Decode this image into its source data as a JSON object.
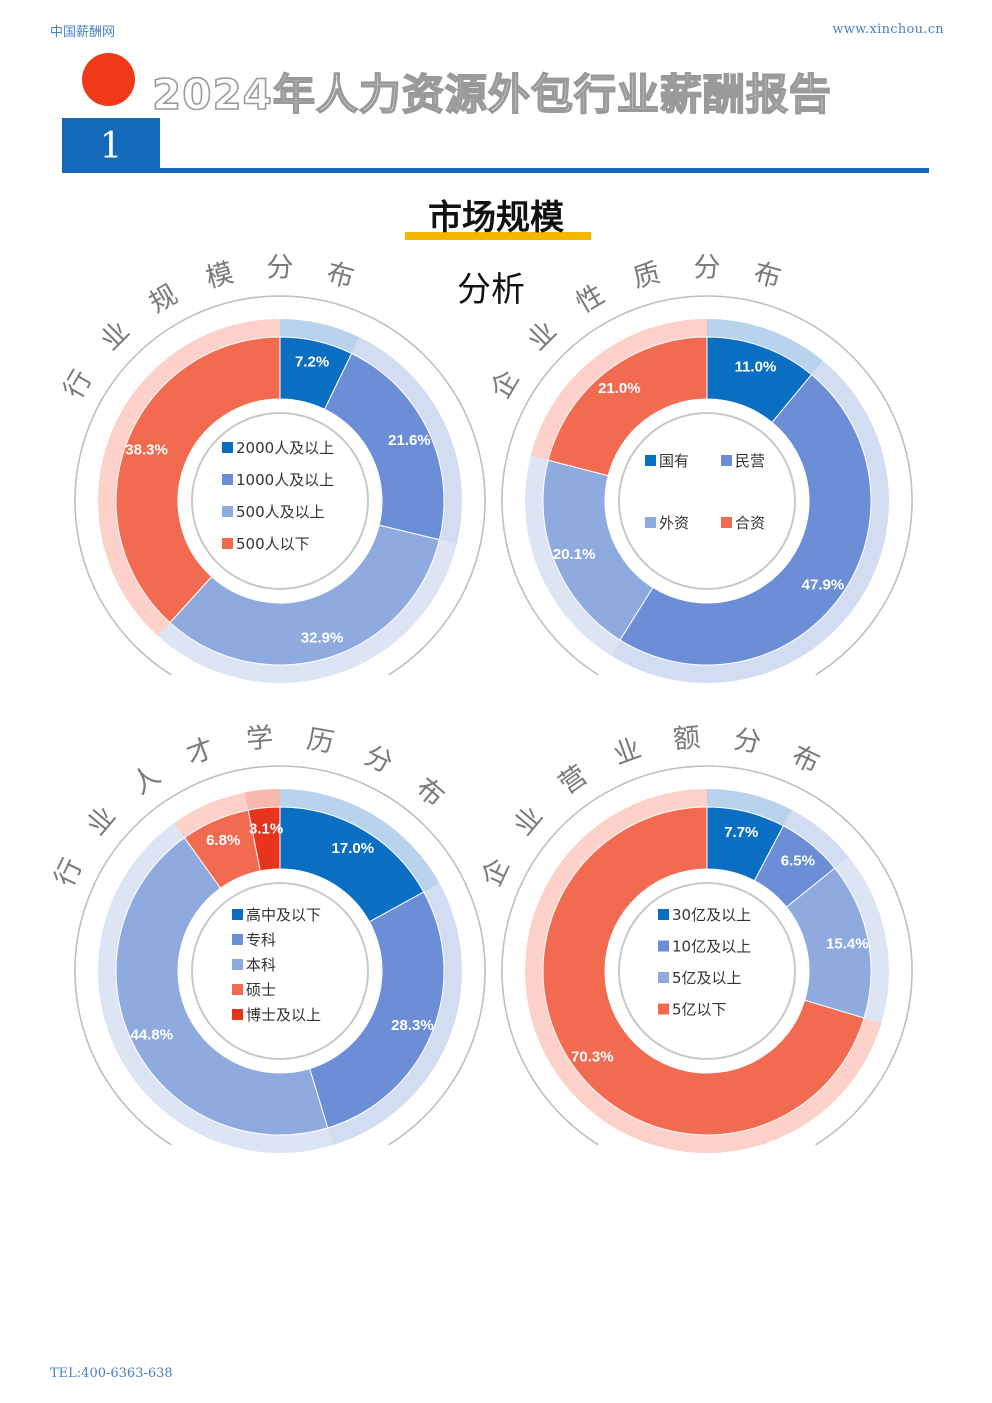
{
  "header": {
    "left_text": "中国薪酬网",
    "right_text": "www.xinchou.cn"
  },
  "title": "2024年人力资源外包行业薪酬报告",
  "section": {
    "number": "1",
    "title": "市场规模",
    "subtitle": "分析"
  },
  "footer": {
    "tel": "TEL:400-6363-638"
  },
  "colors": {
    "dark_blue": "#0a6fc2",
    "mid_blue": "#6b8ed6",
    "light_blue": "#8eaadf",
    "orange": "#f26a4f",
    "red": "#e8341f"
  },
  "charts": [
    {
      "title": "行业规模分布",
      "slices": [
        {
          "label": "2000人及以上",
          "value": 7.2,
          "value_label": "7.2%",
          "color": "#0a6fc2"
        },
        {
          "label": "1000人及以上",
          "value": 21.6,
          "value_label": "21.6%",
          "color": "#6b8ed6"
        },
        {
          "label": "500人及以上",
          "value": 32.9,
          "value_label": "32.9%",
          "color": "#8eaadf"
        },
        {
          "label": "500人以下",
          "value": 38.3,
          "value_label": "38.3%",
          "color": "#f26a4f"
        }
      ]
    },
    {
      "title": "企业性质分布",
      "slices": [
        {
          "label": "国有",
          "value": 11.0,
          "value_label": "11.0%",
          "color": "#0a6fc2"
        },
        {
          "label": "民营",
          "value": 47.9,
          "value_label": "47.9%",
          "color": "#6b8ed6"
        },
        {
          "label": "外资",
          "value": 20.1,
          "value_label": "20.1%",
          "color": "#8eaadf"
        },
        {
          "label": "合资",
          "value": 21.0,
          "value_label": "21.0%",
          "color": "#f26a4f"
        }
      ]
    },
    {
      "title": "行业人才学历分布",
      "slices": [
        {
          "label": "高中及以下",
          "value": 17.0,
          "value_label": "17.0%",
          "color": "#0a6fc2"
        },
        {
          "label": "专科",
          "value": 28.3,
          "value_label": "28.3%",
          "color": "#6b8ed6"
        },
        {
          "label": "本科",
          "value": 44.8,
          "value_label": "44.8%",
          "color": "#8eaadf"
        },
        {
          "label": "硕士",
          "value": 6.8,
          "value_label": "6.8%",
          "color": "#f26a4f"
        },
        {
          "label": "博士及以上",
          "value": 3.1,
          "value_label": "3.1%",
          "color": "#e8341f"
        }
      ]
    },
    {
      "title": "企业营业额分布",
      "slices": [
        {
          "label": "30亿及以上",
          "value": 7.7,
          "value_label": "7.7%",
          "color": "#0a6fc2"
        },
        {
          "label": "10亿及以上",
          "value": 6.5,
          "value_label": "6.5%",
          "color": "#6b8ed6"
        },
        {
          "label": "5亿及以上",
          "value": 15.4,
          "value_label": "15.4%",
          "color": "#8eaadf"
        },
        {
          "label": "5亿以下",
          "value": 70.3,
          "value_label": "70.3%",
          "color": "#f26a4f"
        }
      ]
    }
  ]
}
